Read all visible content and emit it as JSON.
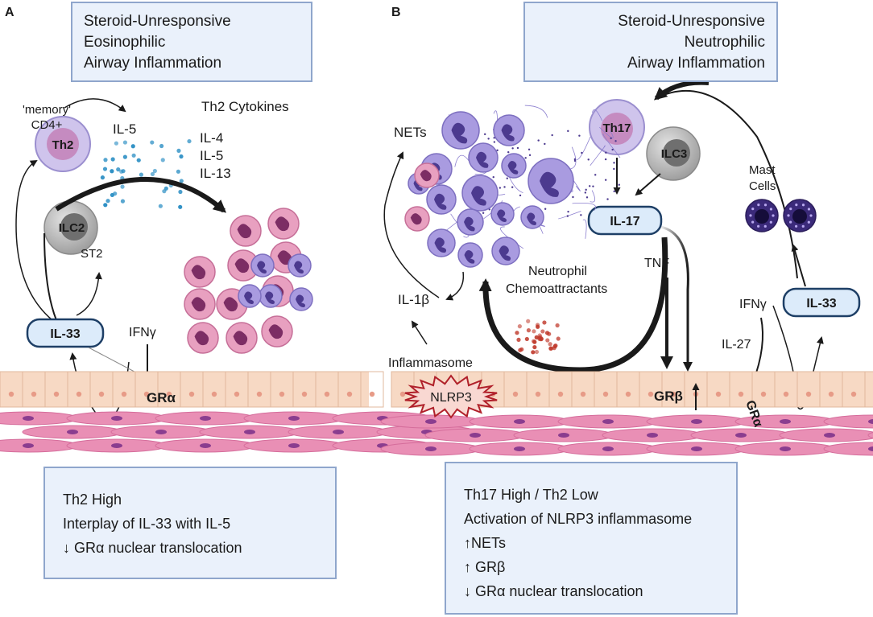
{
  "panel_a": {
    "letter": "A",
    "header": {
      "lines": [
        "Steroid-Unresponsive",
        "Eosinophilic",
        "Airway Inflammation"
      ]
    },
    "memory_label": [
      "'memory'",
      "CD4+"
    ],
    "th2": "Th2",
    "th2_cytokines_title": "Th2 Cytokines",
    "il5_left": "IL-5",
    "cytokines": [
      "IL-4",
      "IL-5",
      "IL-13"
    ],
    "ilc2": "ILC2",
    "st2": "ST2",
    "il33": "IL-33",
    "ifng": "IFNγ",
    "gra": "GRα",
    "summary": {
      "lines": [
        "Th2 High",
        "Interplay of IL-33 with IL-5",
        "↓ GRα nuclear translocation"
      ]
    }
  },
  "panel_b": {
    "letter": "B",
    "header": {
      "lines": [
        "Steroid-Unresponsive",
        "Neutrophilic",
        "Airway Inflammation"
      ]
    },
    "nets": "NETs",
    "th17": "Th17",
    "ilc3": "ILC3",
    "mast_cells": [
      "Mast",
      "Cells"
    ],
    "il17": "IL-17",
    "tnf": "TNF",
    "neutrophil_chemo": [
      "Neutrophil",
      "Chemoattractants"
    ],
    "il1b": "IL-1β",
    "inflammasome": "Inflammasome",
    "nlrp3": "NLRP3",
    "grb": "GRβ",
    "il27": "IL-27",
    "ifng": "IFNγ",
    "il33": "IL-33",
    "gra": "GRα",
    "summary": {
      "lines": [
        "Th17 High / Th2 Low",
        "Activation of NLRP3 inflammasome",
        "↑NETs",
        "↑ GRβ",
        "↓ GRα nuclear translocation"
      ]
    }
  },
  "colors": {
    "box_fill": "#eaf1fb",
    "box_border": "#8fa6cc",
    "eosinophil": "#e8a0c0",
    "neutrophil": "#a99be0",
    "epithelium": "#f7d9c4",
    "smooth_muscle": "#e98fb5",
    "pill_fill": "#dcebfa",
    "pill_border": "#1e3f66",
    "cytokine_dots": "#2c8fc4",
    "chemo_dots": "#c0392b"
  }
}
